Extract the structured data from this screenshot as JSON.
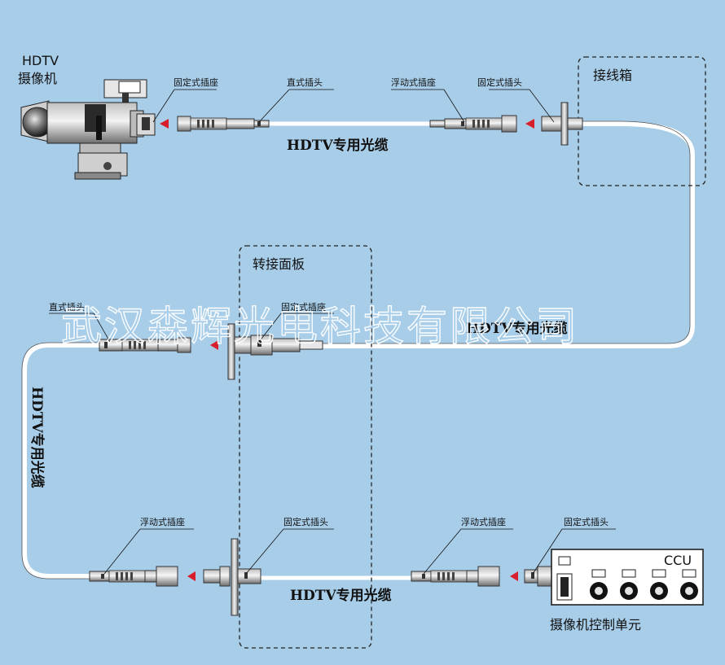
{
  "labels": {
    "hdtv_camera_line1": "HDTV",
    "hdtv_camera_line2": "摄像机",
    "junction_box": "接线箱",
    "adapter_panel": "转接面板",
    "ccu_unit": "摄像机控制单元",
    "ccu_panel": "CCU",
    "top_fixed_socket_1": "固定式插座",
    "top_straight_plug": "直式插头",
    "top_floating_socket": "浮动式插座",
    "top_fixed_plug": "固定式插头",
    "mid_straight_plug": "直式插头",
    "mid_fixed_socket": "固定式插座",
    "bot_floating_socket_left": "浮动式插座",
    "bot_fixed_plug": "固定式插头",
    "bot_floating_socket_right": "浮动式插座",
    "bot_fixed_plug_ccu": "固定式插头",
    "cable_top": "HDTV专用光缆",
    "cable_mid": "HDTV专用光缆",
    "cable_left": "HDTV专用光缆",
    "cable_bottom": "HDTV专用光缆",
    "watermark": "武汉森辉光电科技有限公司"
  },
  "colors": {
    "background": "#a8cde9",
    "arrow": "#d81e2c",
    "cable": "#ffffff",
    "box_border": "#222222"
  }
}
